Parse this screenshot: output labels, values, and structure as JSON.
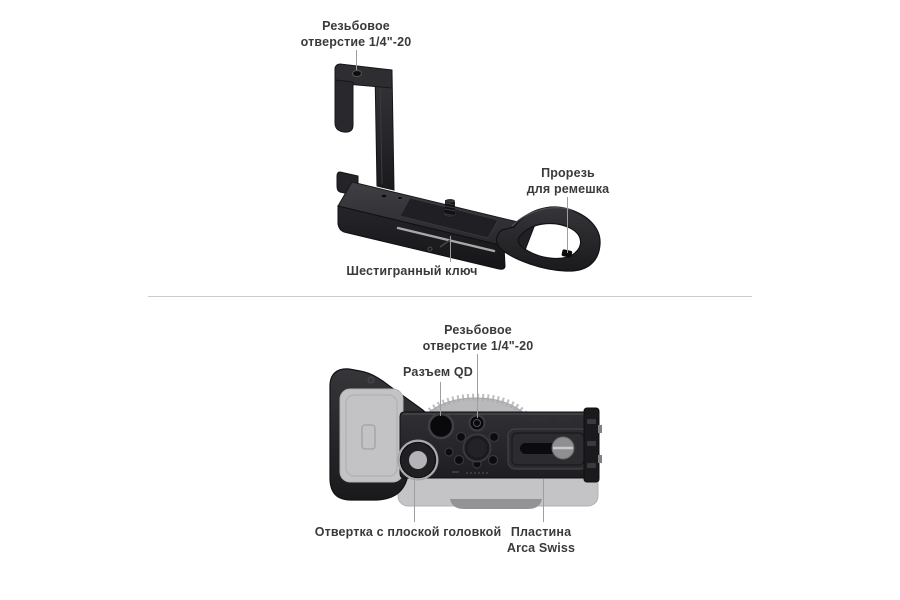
{
  "page": {
    "background_color": "#ffffff",
    "divider": {
      "color": "#cbcbcb"
    }
  },
  "top_figure": {
    "image_name": "l-bracket-photo",
    "annotations": {
      "thread_hole": {
        "line1": "Резьбовое",
        "line2": "отверстие 1/4\"-20"
      },
      "strap_slot": {
        "line1": "Прорезь",
        "line2": "для ремешка"
      },
      "hex_key": {
        "line1": "Шестигранный ключ"
      }
    }
  },
  "bottom_figure": {
    "image_name": "camera-bottom-photo",
    "annotations": {
      "thread_hole": {
        "line1": "Резьбовое",
        "line2": "отверстие 1/4\"-20"
      },
      "qd_socket": {
        "line1": "Разъем QD"
      },
      "flathead_screwdriver": {
        "line1": "Отвертка с плоской головкой"
      },
      "arca_plate": {
        "line1": "Пластина",
        "line2": "Arca Swiss"
      }
    }
  },
  "colors": {
    "label_text": "#3a3a3a",
    "leader_line": "#9e9e9e",
    "product_black": "#232326",
    "product_gray": "#c3c3c5",
    "metal_silver": "#9c9c9e"
  }
}
